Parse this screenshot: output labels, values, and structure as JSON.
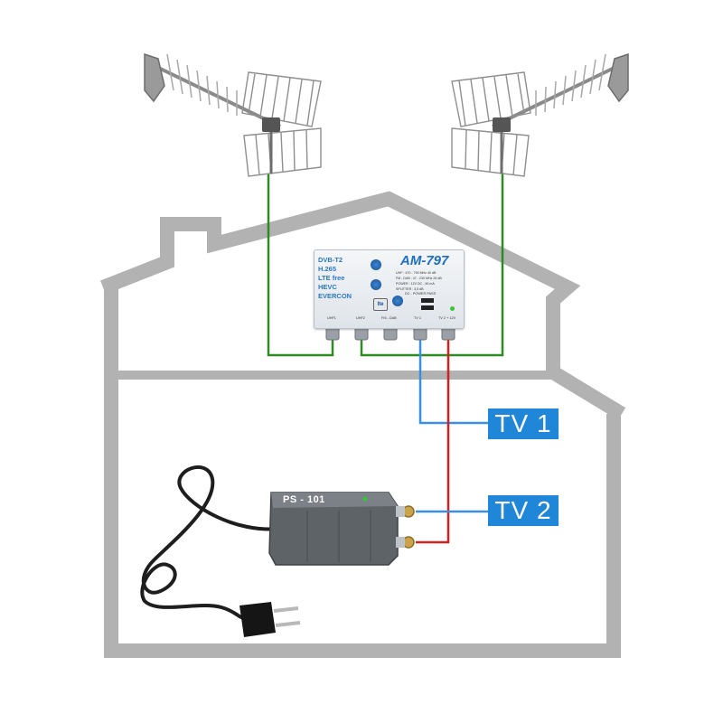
{
  "amplifier": {
    "model": "AM-797",
    "features": [
      "DVB-T2",
      "H.265",
      "LTE free",
      "HEVC",
      "EVERCON"
    ],
    "specs": [
      "UHF :   470 - 790 MHz      40 dB",
      "FM - DAB : 47 - 230 MHz    25 dB",
      "POWER :   12V DC - 90 mA",
      "SPLITTER :   3,5 dB"
    ],
    "dc_note": "DC - POWER PASS",
    "lte_badge": "lte",
    "ports": [
      "UHF1",
      "UHF2",
      "FM - DAB",
      "TV 1",
      "TV 2 + 12V"
    ]
  },
  "power_supply": {
    "model": "PS - 101"
  },
  "outputs": {
    "tv1": "TV 1",
    "tv2": "TV 2"
  },
  "colors": {
    "house_outline": "#b2b2b2",
    "antenna_cable": "#2e8b22",
    "tv1_cable": "#3a8fe0",
    "tv2_cable": "#d42020",
    "label_box": "#1f86d8",
    "amplifier_accent": "#1d6fc4"
  },
  "icons": [
    "antenna-icon",
    "amplifier-icon",
    "power-supply-icon",
    "plug-icon"
  ]
}
